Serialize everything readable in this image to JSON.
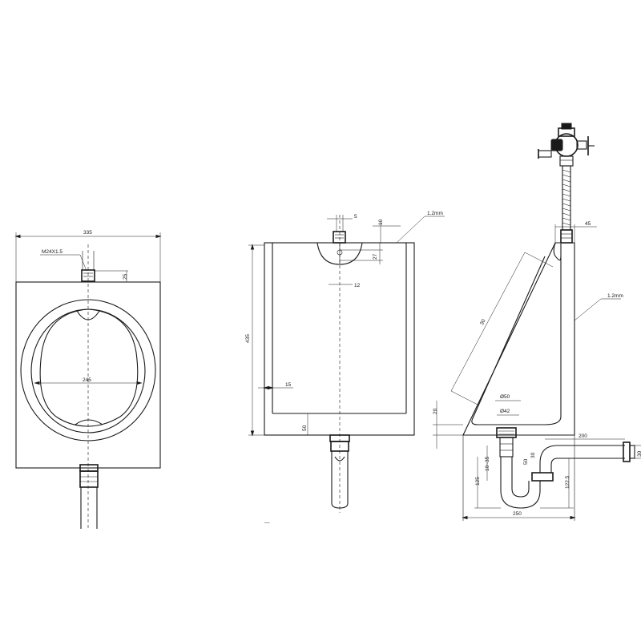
{
  "front_view": {
    "width_label": "335",
    "thread_label": "M24X1.5",
    "inlet_offset_label": "25",
    "bowl_width_label": "245"
  },
  "side_view": {
    "inlet_width_label": "5",
    "top_label": "10",
    "wall_label": "1.2mm",
    "inlet_depth_label": "27",
    "inlet_pipe_label": "12",
    "height_label": "435",
    "inner_offset_label": "15",
    "bottom_label": "50",
    "footnote_label": "—"
  },
  "profile_view": {
    "top_width_label": "45",
    "wall_label": "1.2mm",
    "slope_label": "30",
    "base_label": "20",
    "outlet_outer_label": "Ø50",
    "outlet_inner_label": "Ø42",
    "trap_height_label": "10~35",
    "drop_label": "125",
    "elbow_label": "50",
    "elbow_small_label": "30",
    "pipe_length_label": "200",
    "trap_depth_label": "122.5",
    "tail_label": "30",
    "base_width_label": "250"
  }
}
